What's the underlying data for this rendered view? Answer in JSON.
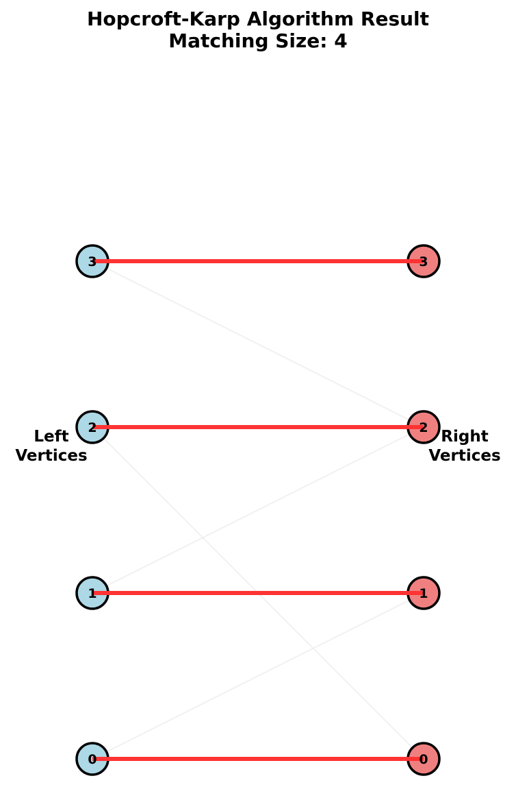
{
  "title": {
    "line1": "Hopcroft-Karp Algorithm Result",
    "line2": "Matching Size: 4"
  },
  "left_label": {
    "line1": "Left",
    "line2": "Vertices"
  },
  "right_label": {
    "line1": "Right",
    "line2": "Vertices"
  },
  "left_vertices": [
    "0",
    "1",
    "2",
    "3"
  ],
  "right_vertices": [
    "0",
    "1",
    "2",
    "3"
  ],
  "edges": [
    {
      "left": "0",
      "right": "1",
      "matched": false
    },
    {
      "left": "1",
      "right": "2",
      "matched": false
    },
    {
      "left": "2",
      "right": "0",
      "matched": false
    },
    {
      "left": "3",
      "right": "2",
      "matched": false
    },
    {
      "left": "0",
      "right": "0",
      "matched": true
    },
    {
      "left": "1",
      "right": "1",
      "matched": true
    },
    {
      "left": "2",
      "right": "2",
      "matched": true
    },
    {
      "left": "3",
      "right": "3",
      "matched": true
    }
  ],
  "colors": {
    "left_node_fill": "#add8e6",
    "right_node_fill": "#f08080",
    "node_stroke": "#000000",
    "matched_edge": "#ff3333",
    "unmatched_edge": "#eeeeee"
  }
}
